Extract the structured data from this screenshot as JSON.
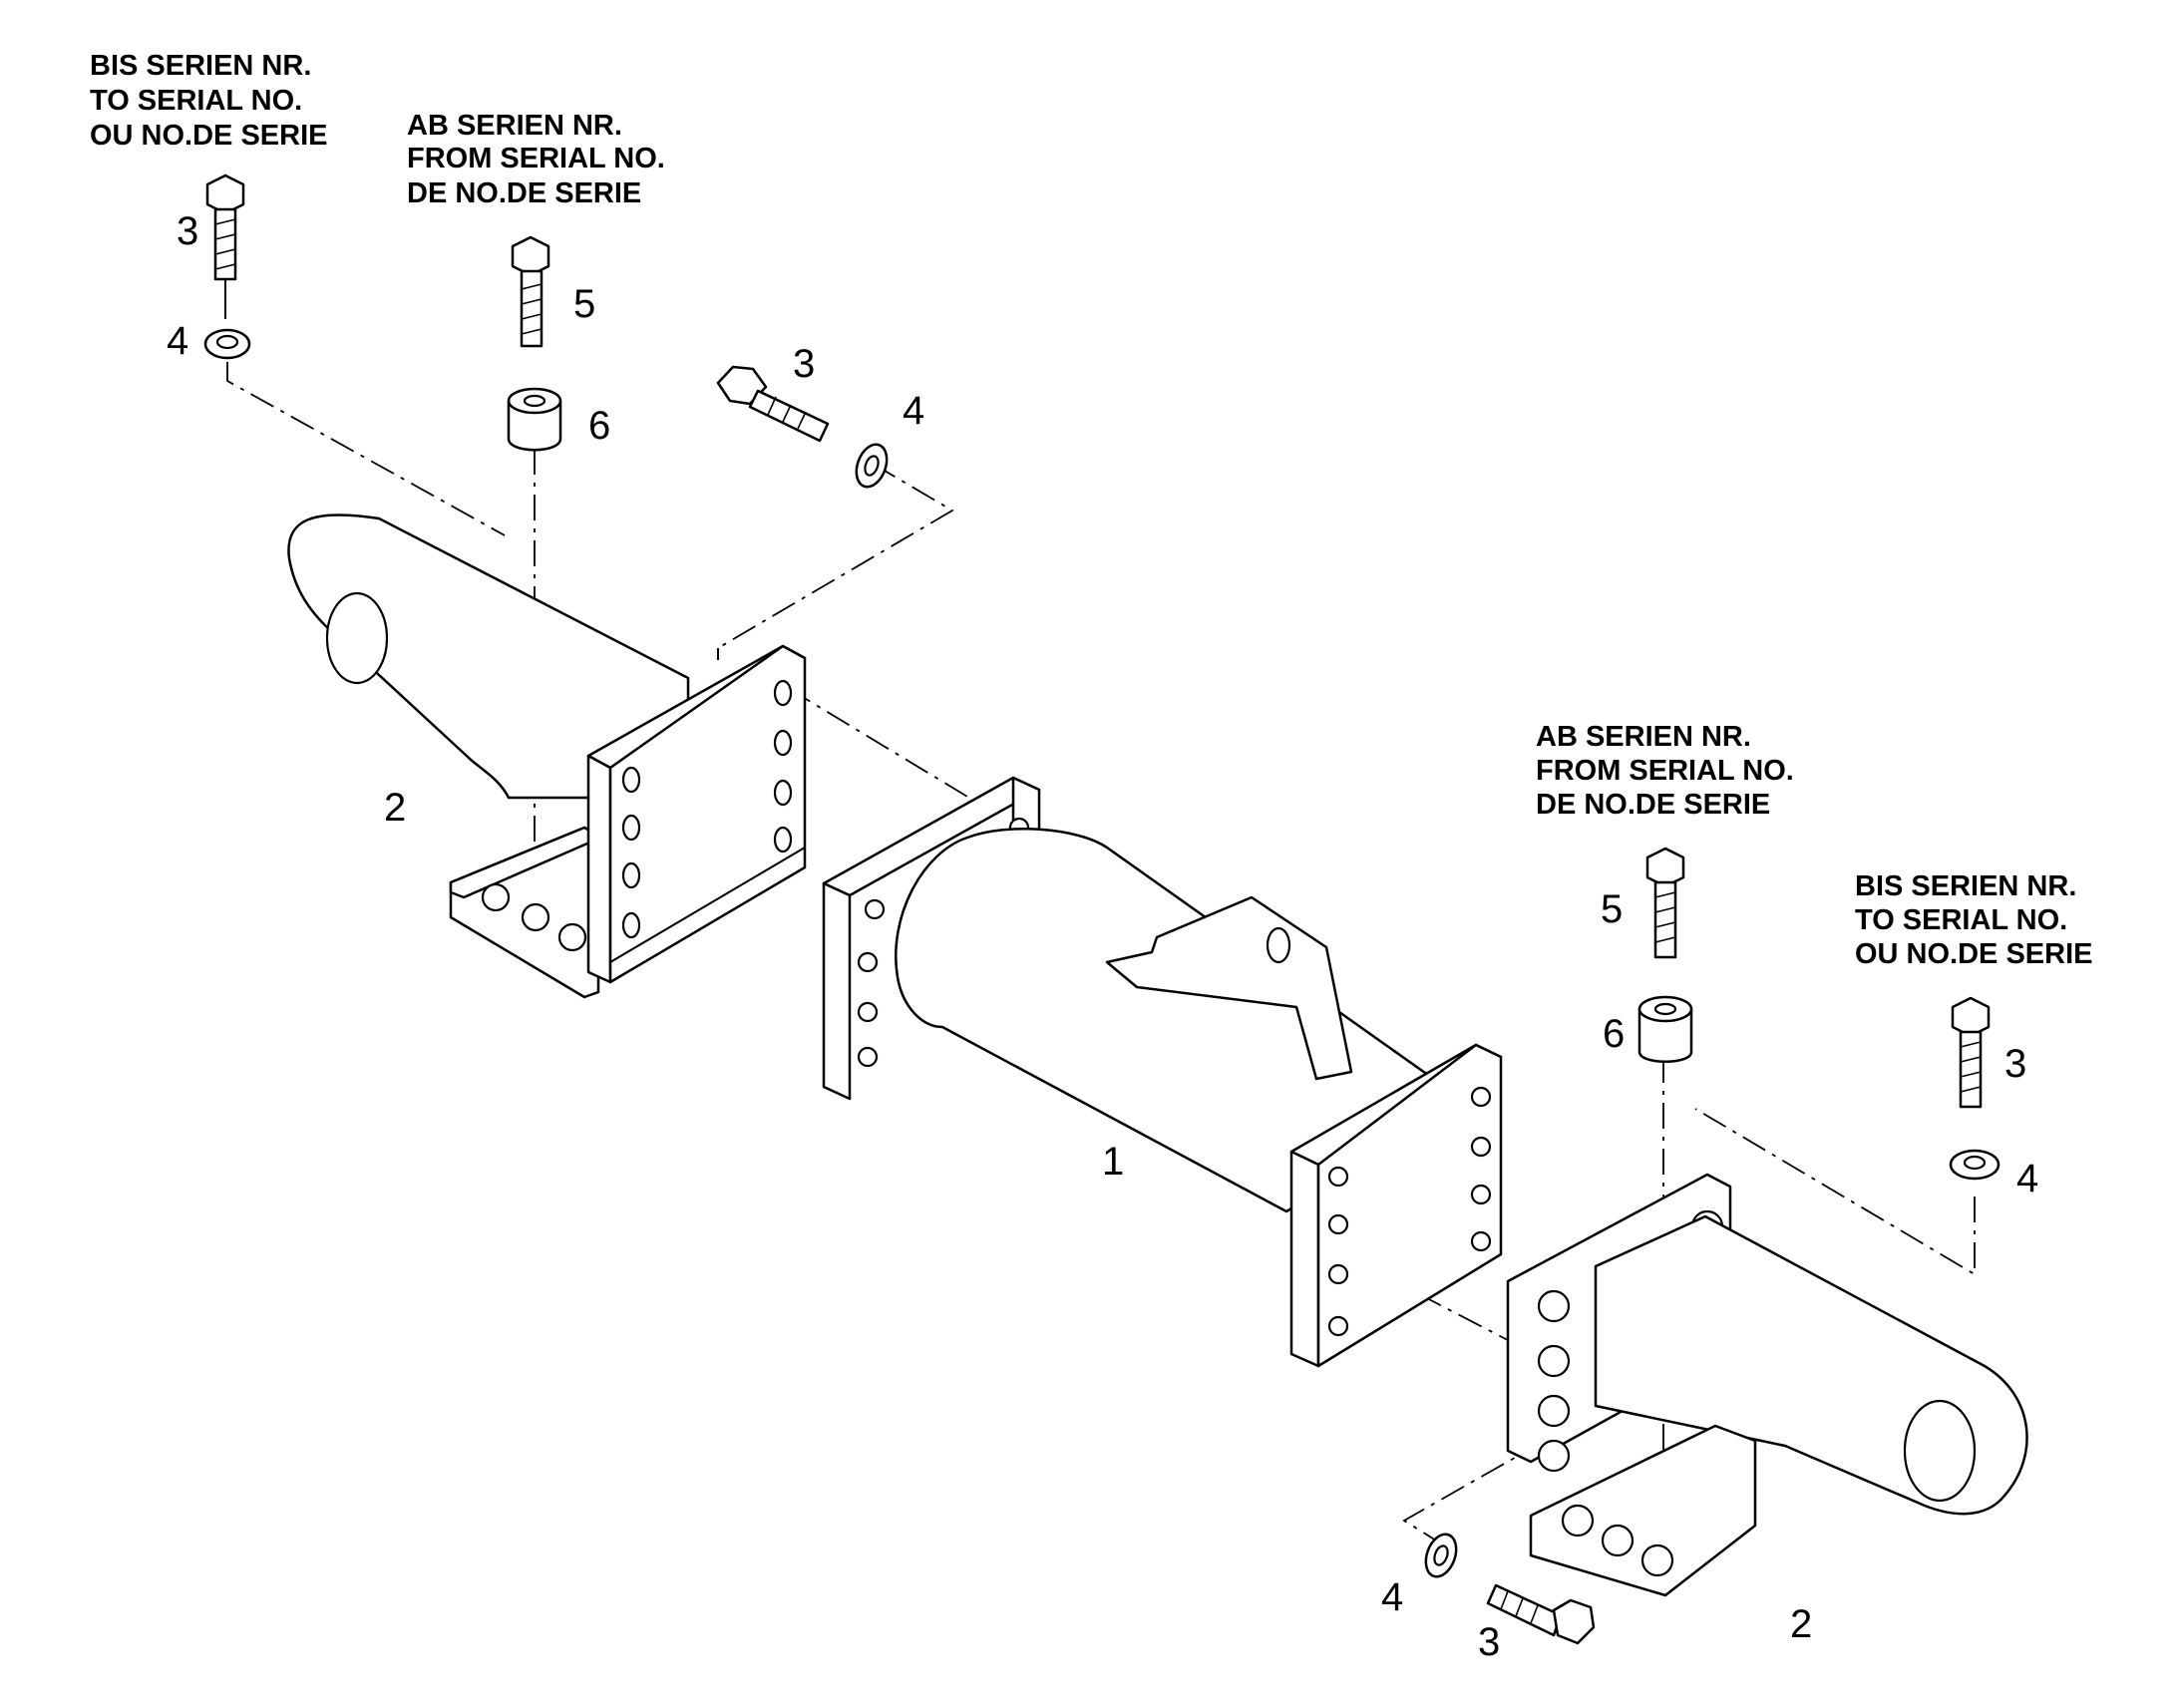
{
  "notes": {
    "top_left": [
      "BIS SERIEN NR.",
      "TO SERIAL NO.",
      "OU NO.DE SERIE"
    ],
    "top_mid": [
      "AB SERIEN NR.",
      "FROM SERIAL NO.",
      "DE NO.DE SERIE"
    ],
    "right_mid": [
      "AB SERIEN NR.",
      "FROM SERIAL NO.",
      "DE NO.DE SERIE"
    ],
    "right": [
      "BIS SERIEN NR.",
      "TO SERIAL NO.",
      "OU NO.DE SERIE"
    ]
  },
  "callouts": {
    "tl_bolt": "3",
    "tl_washer": "4",
    "tm_bolt": "5",
    "tm_spacer": "6",
    "mid_bolt": "3",
    "mid_washer": "4",
    "left_bracket": "2",
    "axle": "1",
    "rm_bolt": "5",
    "rm_spacer": "6",
    "r_bolt": "3",
    "r_washer": "4",
    "bot_washer": "4",
    "bot_bolt": "3",
    "right_bracket": "2"
  }
}
